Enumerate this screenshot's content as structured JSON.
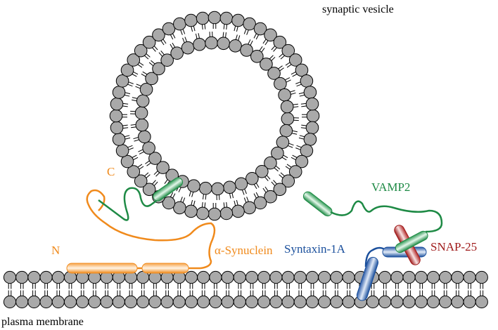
{
  "labels": {
    "vesicle": "synaptic vesicle",
    "membrane": "plasma membrane",
    "c_terminus": "C",
    "n_terminus": "N",
    "synuclein": "α-Synuclein",
    "vamp2": "VAMP2",
    "syntaxin": "Syntaxin-1A",
    "snap25": "SNAP-25"
  },
  "colors": {
    "synuclein": "#f08a1c",
    "vamp2": "#1e8a45",
    "syntaxin": "#1a4f9c",
    "snap25": "#a01c1c",
    "lipid_head": "#a9a9a9",
    "lipid_outline": "#000000",
    "text": "#000000"
  }
}
